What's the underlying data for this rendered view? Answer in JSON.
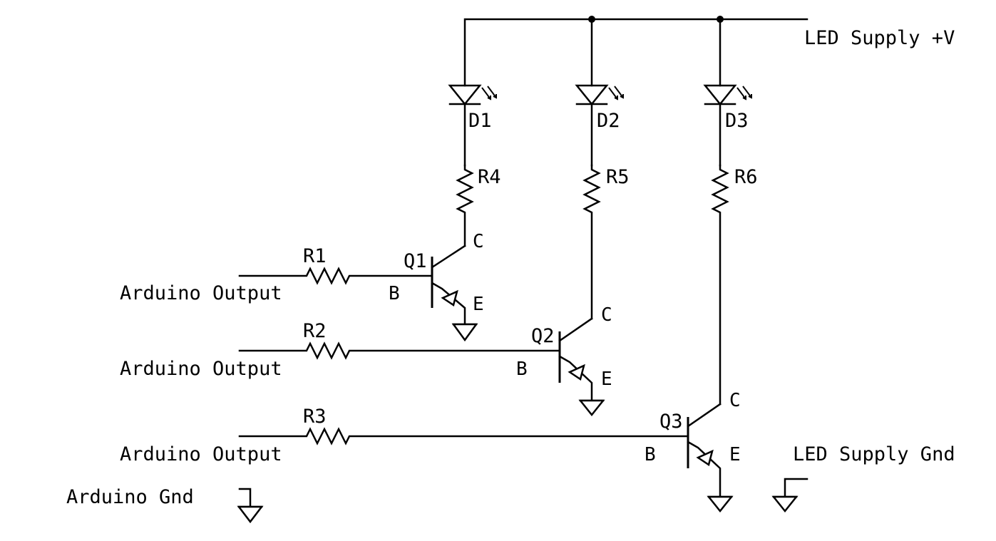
{
  "labels": {
    "supply_pos": "LED Supply +V",
    "supply_gnd": "LED Supply Gnd",
    "arduino_gnd": "Arduino Gnd",
    "arduino_out_1": "Arduino Output",
    "arduino_out_2": "Arduino Output",
    "arduino_out_3": "Arduino Output"
  },
  "components": {
    "d1": "D1",
    "d2": "D2",
    "d3": "D3",
    "r1": "R1",
    "r2": "R2",
    "r3": "R3",
    "r4": "R4",
    "r5": "R5",
    "r6": "R6",
    "q1": "Q1",
    "q2": "Q2",
    "q3": "Q3"
  },
  "pins": {
    "collector": "C",
    "base": "B",
    "emitter": "E"
  }
}
